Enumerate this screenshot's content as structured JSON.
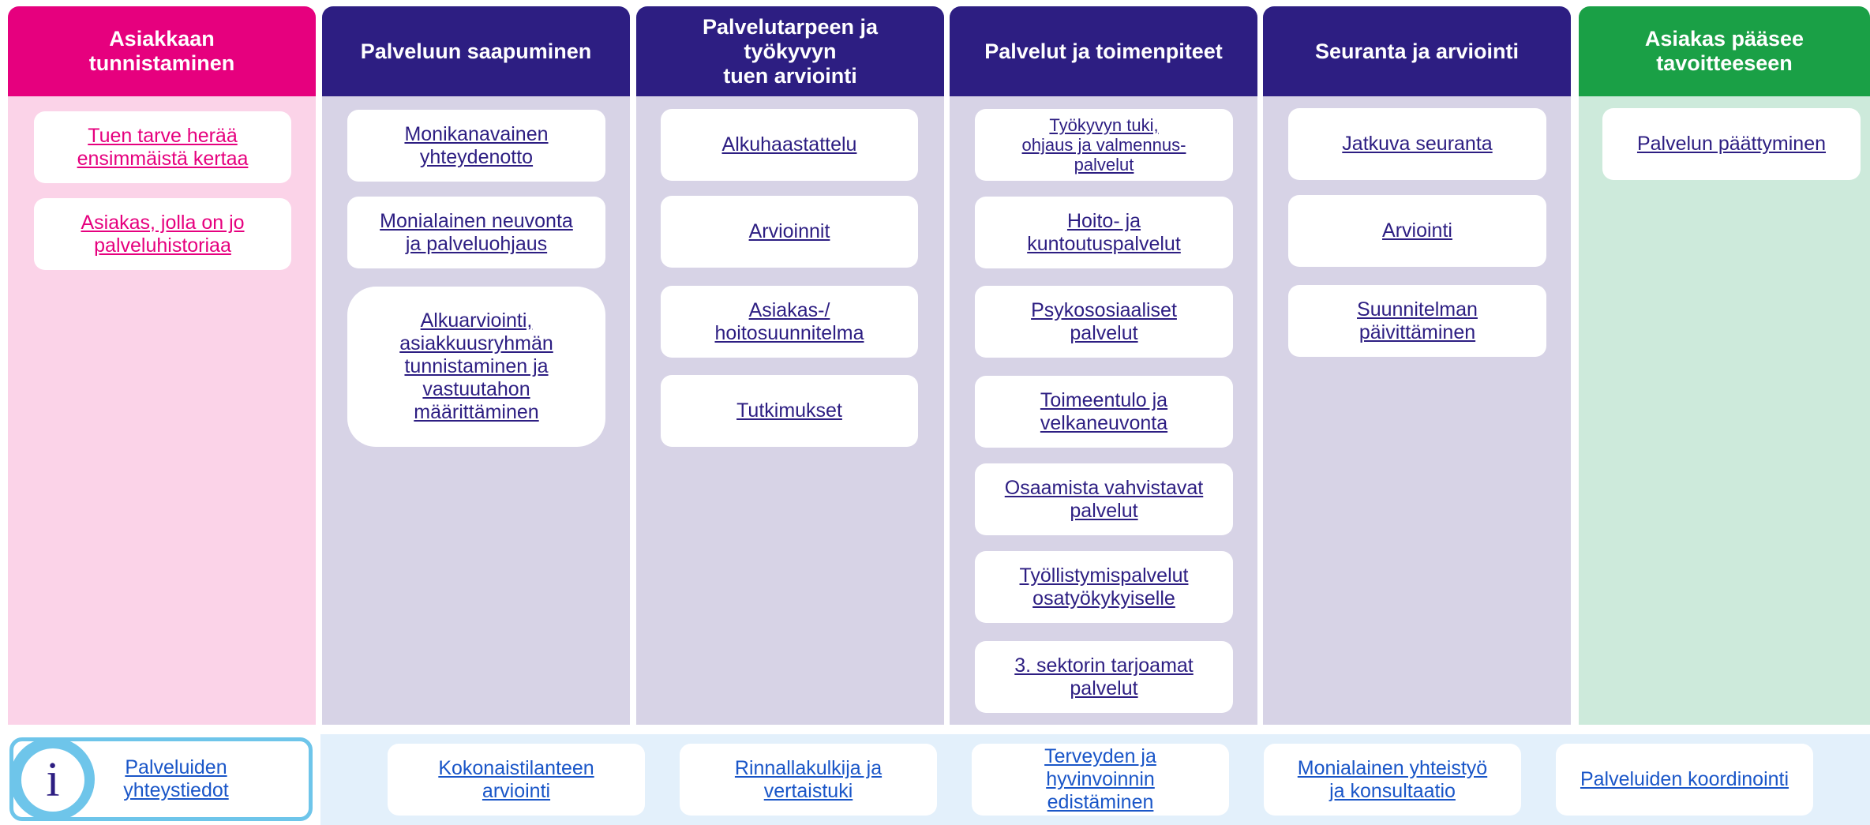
{
  "colors": {
    "pink_header": "#e6007e",
    "pink_body": "#fbd3e8",
    "purple_header": "#2d1e82",
    "purple_body": "#d7d3e6",
    "green_header": "#1aa046",
    "green_body": "#cdeadb",
    "bottom_band": "#e3f0fb",
    "info_ring": "#6ec5ea"
  },
  "columns": [
    {
      "title": "Asiakkaan\ntunnistaminen",
      "items": [
        "Tuen tarve herää\nensimmäistä kertaa",
        "Asiakas, jolla on jo\npalveluhistoriaa"
      ]
    },
    {
      "title": "Palveluun saapuminen",
      "items": [
        "Monikanavainen\nyhteydenotto",
        "Monialainen neuvonta\nja palveluohjaus",
        "Alkuarviointi,\nasiakkuusryhmän\ntunnistaminen ja\nvastuutahon\nmäärittäminen"
      ]
    },
    {
      "title": "Palvelutarpeen ja\ntyökyvyn\ntuen arviointi",
      "items": [
        "Alkuhaastattelu",
        "Arvioinnit",
        "Asiakas-/\nhoitosuunnitelma",
        "Tutkimukset"
      ]
    },
    {
      "title": "Palvelut ja toimenpiteet",
      "items": [
        "Työkyvyn tuki,\nohjaus ja valmennus-\npalvelut",
        "Hoito- ja\nkuntoutuspalvelut",
        "Psykososiaaliset\npalvelut",
        "Toimeentulo ja\nvelkaneuvonta",
        "Osaamista vahvistavat\npalvelut",
        "Työllistymispalvelut\nosatyökykyiselle",
        "3. sektorin tarjoamat\npalvelut"
      ]
    },
    {
      "title": "Seuranta ja arviointi",
      "items": [
        "Jatkuva seuranta",
        "Arviointi",
        "Suunnitelman\npäivittäminen"
      ]
    },
    {
      "title": "Asiakas pääsee\ntavoitteeseen",
      "items": [
        "Palvelun päättyminen"
      ]
    }
  ],
  "bottom": {
    "info_icon_glyph": "i",
    "info_icon": "info-icon",
    "info_label": "Palveluiden\nyhteystiedot",
    "items": [
      "Kokonaistilanteen\narviointi",
      "Rinnallakulkija ja\nvertaistuki",
      "Terveyden ja\nhyvinvoinnin\nedistäminen",
      "Monialainen yhteistyö\nja konsultaatio",
      "Palveluiden koordinointi"
    ]
  }
}
